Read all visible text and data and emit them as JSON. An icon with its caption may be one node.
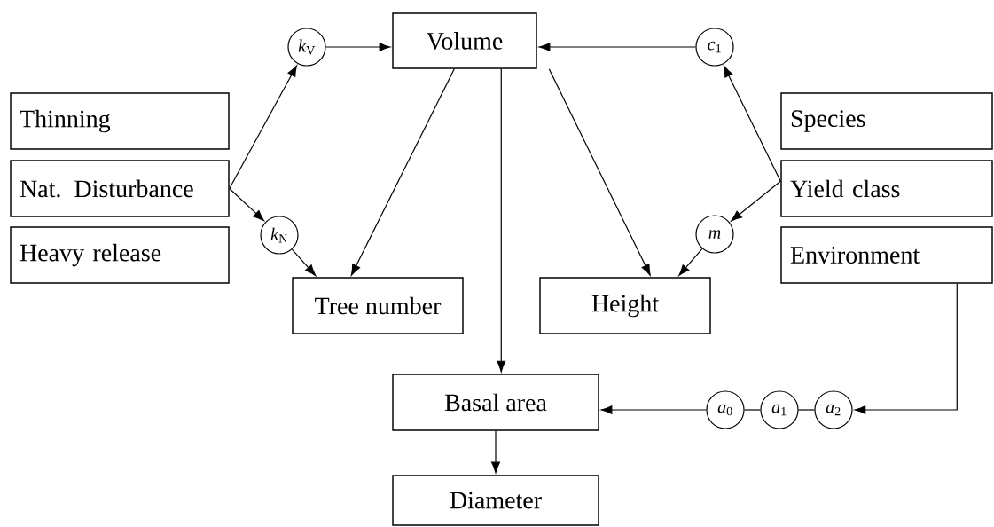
{
  "diagram": {
    "nodes": [
      {
        "text": [
          "Volume"
        ]
      },
      {
        "text": [
          "Thinning"
        ]
      },
      {
        "text": [
          "Nat. Disturbance"
        ]
      },
      {
        "text": [
          "Heavy release"
        ]
      },
      {
        "text": [
          "Tree number"
        ]
      },
      {
        "text": [
          "Height"
        ]
      },
      {
        "text": [
          "Species"
        ]
      },
      {
        "text": [
          "Yield class"
        ]
      },
      {
        "text": [
          "Environment"
        ]
      },
      {
        "text": [
          "Basal area"
        ]
      },
      {
        "text": [
          "Diameter"
        ]
      },
      {
        "text": [
          "*k*$_{V}$"
        ]
      },
      {
        "text": [
          "*k*$_{N}$"
        ]
      },
      {
        "text": [
          "*c*$_{1}$"
        ]
      },
      {
        "text": [
          "*m*"
        ]
      },
      {
        "text": [
          "*a*$_{0}$"
        ]
      },
      {
        "text": [
          "*a*$_{1}$"
        ]
      },
      {
        "text": [
          "*a*$_{2}$"
        ]
      }
    ],
    "edges": [
      {
        "from": 11,
        "to": 0,
        "arrow": "to"
      },
      {
        "from": 13,
        "to": 0,
        "arrow": "to"
      },
      {
        "from": 2,
        "to": 11,
        "arrow": "to"
      },
      {
        "from": 2,
        "to": 12,
        "arrow": "to"
      },
      {
        "from": 12,
        "to": 4,
        "arrow": "to"
      },
      {
        "from": 0,
        "to": 4,
        "arrow": "to"
      },
      {
        "from": 0,
        "to": 9,
        "arrow": "to"
      },
      {
        "from": 0,
        "to": 5,
        "arrow": "to"
      },
      {
        "from": 7,
        "to": 13,
        "arrow": "to"
      },
      {
        "from": 7,
        "to": 14,
        "arrow": "to"
      },
      {
        "from": 14,
        "to": 5,
        "arrow": "to"
      },
      {
        "from": 8,
        "to": 17,
        "arrow": "to"
      },
      {
        "from": 17,
        "to": 16,
        "arrow": "none"
      },
      {
        "from": 16,
        "to": 15,
        "arrow": "none"
      },
      {
        "from": 15,
        "to": 9,
        "arrow": "to"
      },
      {
        "from": 9,
        "to": 10,
        "arrow": "to"
      }
    ]
  }
}
